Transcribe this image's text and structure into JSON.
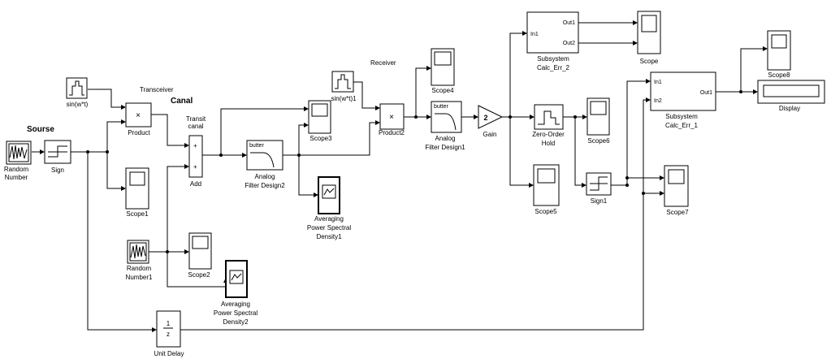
{
  "diagram": {
    "headings": {
      "sourse": "Sourse",
      "canal": "Canal",
      "transceiver": "Transceiver",
      "receiver": "Receiver",
      "transit": [
        "Transit",
        "canal"
      ]
    },
    "blocks": {
      "random_number": [
        "Random",
        "Number"
      ],
      "sign": "Sign",
      "sin": "sin(w*t)",
      "product": "Product",
      "scope1": "Scope1",
      "add": "Add",
      "random_number1": [
        "Random",
        "Number1"
      ],
      "scope2": "Scope2",
      "avg_psd2": [
        "Averaging",
        "Power Spectral",
        "Density2"
      ],
      "unit_delay": "Unit Delay",
      "unit_delay_num": "1",
      "unit_delay_den": "z",
      "butter1_text": "butter",
      "filter2": [
        "Analog",
        "Filter Design2"
      ],
      "scope3": "Scope3",
      "avg_psd1": [
        "Averaging",
        "Power Spectral",
        "Density1"
      ],
      "sin1": "sin(w*t)1",
      "product2": "Product2",
      "scope4": "Scope4",
      "butter2_text": "butter",
      "filter1": [
        "Analog",
        "Filter Design1"
      ],
      "gain": "Gain",
      "gain_value": "2",
      "zoh": [
        "Zero-Order",
        "Hold"
      ],
      "scope6": "Scope6",
      "scope5": "Scope5",
      "sign1": "Sign1",
      "scope7": "Scope7",
      "subsystem2": [
        "Subsystem",
        "Calc_Err_2"
      ],
      "scope": "Scope",
      "subsystem1": [
        "Subsystem",
        "Calc_Err_1"
      ],
      "scope8": "Scope8",
      "display": "Display"
    },
    "ports": {
      "in1": "In1",
      "in2": "In2",
      "out1": "Out1",
      "out2": "Out2",
      "plus": "+",
      "times": "×"
    }
  }
}
